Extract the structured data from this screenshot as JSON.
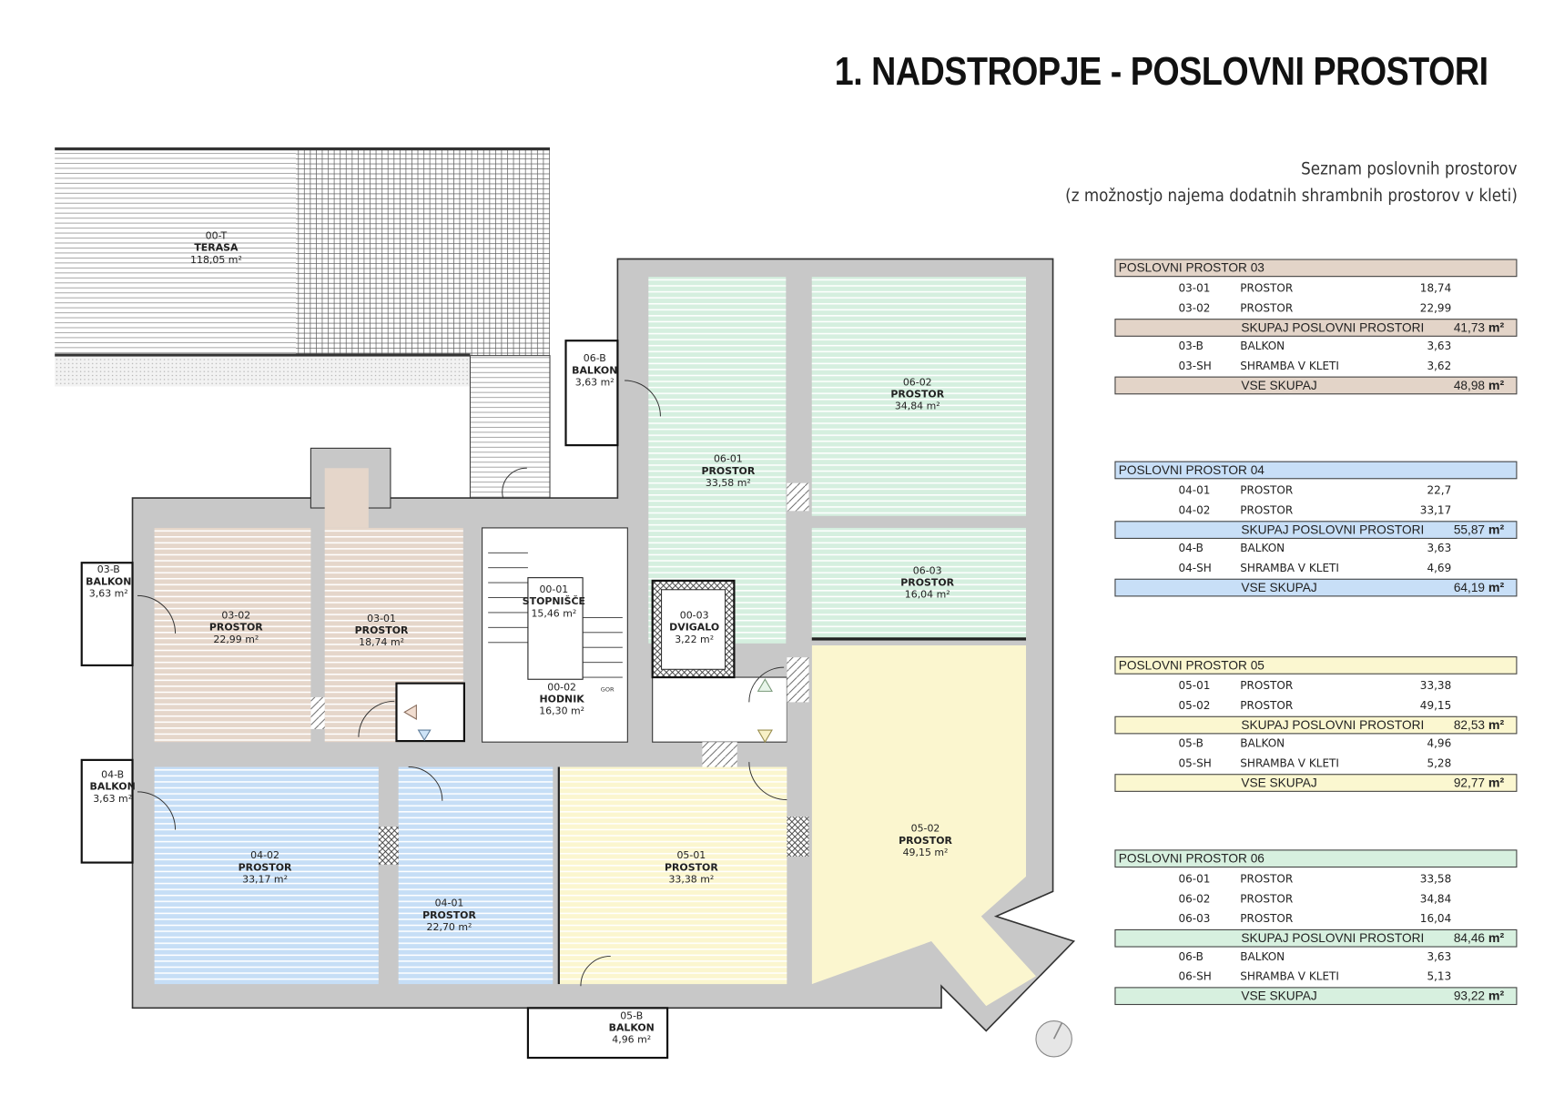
{
  "title": "1. NADSTROPJE - POSLOVNI PROSTORI",
  "subtitle": [
    "Seznam poslovnih prostorov",
    "(z možnostjo najema dodatnih shrambnih prostorov v kleti)"
  ],
  "unit": "m²",
  "colors": {
    "p03": "#e5d6ca",
    "p04": "#c6def6",
    "p05": "#fbf6cf",
    "p06": "#d5efdf",
    "wall": "#c8c8c8"
  },
  "rooms": [
    {
      "code": "00-T",
      "name": "TERASA",
      "area": "118,05 m²"
    },
    {
      "code": "06-B",
      "name": "BALKON",
      "area": "3,63 m²"
    },
    {
      "code": "06-01",
      "name": "PROSTOR",
      "area": "33,58 m²"
    },
    {
      "code": "06-02",
      "name": "PROSTOR",
      "area": "34,84 m²"
    },
    {
      "code": "06-03",
      "name": "PROSTOR",
      "area": "16,04 m²"
    },
    {
      "code": "03-B",
      "name": "BALKON",
      "area": "3,63 m²"
    },
    {
      "code": "03-02",
      "name": "PROSTOR",
      "area": "22,99 m²"
    },
    {
      "code": "03-01",
      "name": "PROSTOR",
      "area": "18,74 m²"
    },
    {
      "code": "00-01",
      "name": "STOPNIŠČE",
      "area": "15,46 m²"
    },
    {
      "code": "00-03",
      "name": "DVIGALO",
      "area": "3,22 m²"
    },
    {
      "code": "00-02",
      "name": "HODNIK",
      "area": "16,30 m²"
    },
    {
      "code": "04-B",
      "name": "BALKON",
      "area": "3,63 m²"
    },
    {
      "code": "04-02",
      "name": "PROSTOR",
      "area": "33,17 m²"
    },
    {
      "code": "04-01",
      "name": "PROSTOR",
      "area": "22,70 m²"
    },
    {
      "code": "05-01",
      "name": "PROSTOR",
      "area": "33,38 m²"
    },
    {
      "code": "05-02",
      "name": "PROSTOR",
      "area": "49,15 m²"
    },
    {
      "code": "05-B",
      "name": "BALKON",
      "area": "4,96 m²"
    }
  ],
  "stair_marker": "GOR",
  "units": [
    {
      "header": "POSLOVNI PROSTOR 03",
      "color": "#e3d4c8",
      "items": [
        {
          "code": "03-01",
          "name": "PROSTOR",
          "area": "18,74"
        },
        {
          "code": "03-02",
          "name": "PROSTOR",
          "area": "22,99"
        }
      ],
      "subtotal": {
        "label": "SKUPAJ POSLOVNI PROSTORI",
        "value": "41,73"
      },
      "extras": [
        {
          "code": "03-B",
          "name": "BALKON",
          "area": "3,63"
        },
        {
          "code": "03-SH",
          "name": "SHRAMBA V KLETI",
          "area": "3,62"
        }
      ],
      "total": {
        "label": "VSE SKUPAJ",
        "value": "48,98"
      }
    },
    {
      "header": "POSLOVNI PROSTOR 04",
      "color": "#c8dff7",
      "items": [
        {
          "code": "04-01",
          "name": "PROSTOR",
          "area": "22,7"
        },
        {
          "code": "04-02",
          "name": "PROSTOR",
          "area": "33,17"
        }
      ],
      "subtotal": {
        "label": "SKUPAJ POSLOVNI PROSTORI",
        "value": "55,87"
      },
      "extras": [
        {
          "code": "04-B",
          "name": "BALKON",
          "area": "3,63"
        },
        {
          "code": "04-SH",
          "name": "SHRAMBA V KLETI",
          "area": "4,69"
        }
      ],
      "total": {
        "label": "VSE SKUPAJ",
        "value": "64,19"
      }
    },
    {
      "header": "POSLOVNI PROSTOR 05",
      "color": "#fbf7d0",
      "items": [
        {
          "code": "05-01",
          "name": "PROSTOR",
          "area": "33,38"
        },
        {
          "code": "05-02",
          "name": "PROSTOR",
          "area": "49,15"
        }
      ],
      "subtotal": {
        "label": "SKUPAJ POSLOVNI PROSTORI",
        "value": "82,53"
      },
      "extras": [
        {
          "code": "05-B",
          "name": "BALKON",
          "area": "4,96"
        },
        {
          "code": "05-SH",
          "name": "SHRAMBA V KLETI",
          "area": "5,28"
        }
      ],
      "total": {
        "label": "VSE SKUPAJ",
        "value": "92,77"
      }
    },
    {
      "header": "POSLOVNI PROSTOR 06",
      "color": "#d7f0df",
      "items": [
        {
          "code": "06-01",
          "name": "PROSTOR",
          "area": "33,58"
        },
        {
          "code": "06-02",
          "name": "PROSTOR",
          "area": "34,84"
        },
        {
          "code": "06-03",
          "name": "PROSTOR",
          "area": "16,04"
        }
      ],
      "subtotal": {
        "label": "SKUPAJ POSLOVNI PROSTORI",
        "value": "84,46"
      },
      "extras": [
        {
          "code": "06-B",
          "name": "BALKON",
          "area": "3,63"
        },
        {
          "code": "06-SH",
          "name": "SHRAMBA V KLETI",
          "area": "5,13"
        }
      ],
      "total": {
        "label": "VSE SKUPAJ",
        "value": "93,22"
      }
    }
  ]
}
